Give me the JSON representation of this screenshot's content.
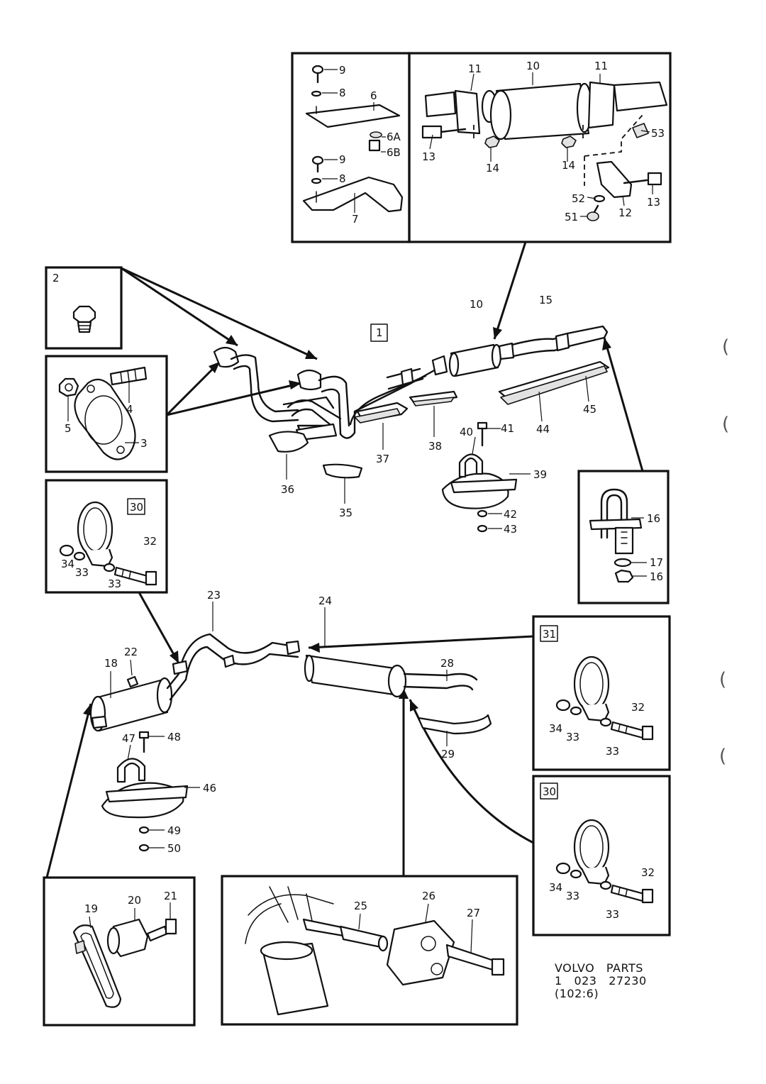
{
  "labels": {
    "l1": "1",
    "l2": "2",
    "l3": "3",
    "l4": "4",
    "l5": "5",
    "l6": "6",
    "l6a": "6A",
    "l6b": "6B",
    "l7": "7",
    "l8a": "8",
    "l8b": "8",
    "l9a": "9",
    "l9b": "9",
    "l10a": "10",
    "l10b": "10",
    "l11a": "11",
    "l11b": "11",
    "l12": "12",
    "l13a": "13",
    "l13b": "13",
    "l14a": "14",
    "l14b": "14",
    "l15": "15",
    "l16a": "16",
    "l16b": "16",
    "l17": "17",
    "l18": "18",
    "l19": "19",
    "l20": "20",
    "l21": "21",
    "l22": "22",
    "l23": "23",
    "l24": "24",
    "l25": "25",
    "l26": "26",
    "l27": "27",
    "l28": "28",
    "l29": "29",
    "l30a": "30",
    "l30b": "30",
    "l31": "31",
    "l32a": "32",
    "l32b": "32",
    "l32c": "32",
    "l33a": "33",
    "l33b": "33",
    "l33c": "33",
    "l33d": "33",
    "l33e": "33",
    "l33f": "33",
    "l34a": "34",
    "l34b": "34",
    "l34c": "34",
    "l35": "35",
    "l36": "36",
    "l37": "37",
    "l38": "38",
    "l39": "39",
    "l40": "40",
    "l41": "41",
    "l42": "42",
    "l43": "43",
    "l44": "44",
    "l45": "45",
    "l46": "46",
    "l47": "47",
    "l48": "48",
    "l49": "49",
    "l50": "50",
    "l51": "51",
    "l52": "52",
    "l53": "53"
  },
  "footer": {
    "line1": "VOLVO   PARTS",
    "line2": "1   023   27230",
    "line3": "(102:6)"
  },
  "margin_marks": [
    "(",
    "(",
    "(",
    "("
  ]
}
